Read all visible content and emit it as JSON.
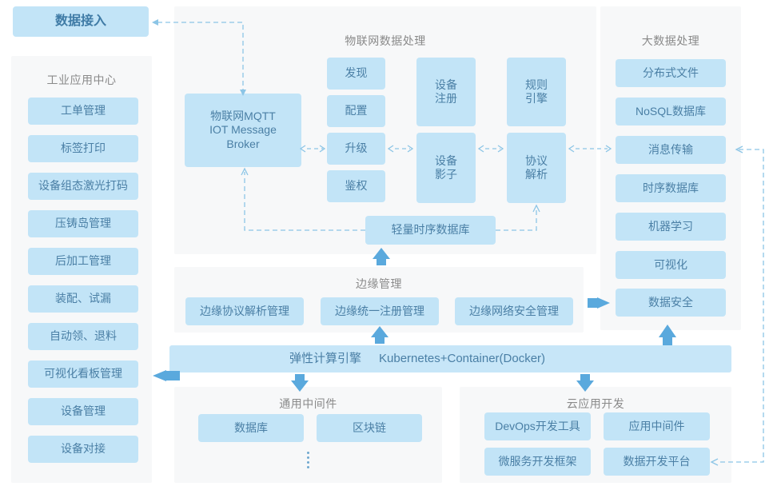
{
  "theme": {
    "box_fill": "#c2e4f7",
    "panel_fill": "#f7f8f9",
    "text_blue": "#4a7fa5",
    "title_gray": "#8a8a8a",
    "arrow_blue": "#5aa9dd",
    "dash_blue": "#8cc5e6"
  },
  "data_access": {
    "label": "数据接入"
  },
  "industrial_app_center": {
    "title": "工业应用中心",
    "items": [
      "工单管理",
      "标签打印",
      "设备组态激光打码",
      "压铸岛管理",
      "后加工管理",
      "装配、试漏",
      "自动领、退料",
      "可视化看板管理",
      "设备管理",
      "设备对接"
    ]
  },
  "iot_data_processing": {
    "title": "物联网数据处理",
    "broker": "物联网MQTT\nIOT Message\nBroker",
    "broker_lines": [
      "物联网MQTT",
      "IOT Message",
      "Broker"
    ],
    "small_stack": [
      "发现",
      "配置",
      "升级",
      "鉴权"
    ],
    "device_register": "设备\n注册",
    "device_register_lines": [
      "设备",
      "注册"
    ],
    "device_shadow": "设备\n影子",
    "device_shadow_lines": [
      "设备",
      "影子"
    ],
    "rule_engine": "规则\n引擎",
    "rule_engine_lines": [
      "规则",
      "引擎"
    ],
    "protocol_parse": "协议\n解析",
    "protocol_parse_lines": [
      "协议",
      "解析"
    ],
    "lightweight_tsdb": "轻量时序数据库"
  },
  "big_data_processing": {
    "title": "大数据处理",
    "items": [
      "分布式文件",
      "NoSQL数据库",
      "消息传输",
      "时序数据库",
      "机器学习",
      "可视化",
      "数据安全"
    ]
  },
  "edge_management": {
    "title": "边缘管理",
    "items": [
      "边缘协议解析管理",
      "边缘统一注册管理",
      "边缘网络安全管理"
    ]
  },
  "elastic_engine": {
    "label": "弹性计算引擎",
    "stack": "Kubernetes+Container(Docker)"
  },
  "common_middleware": {
    "title": "通用中间件",
    "items": [
      "数据库",
      "区块链"
    ],
    "more_indicator": "⋮"
  },
  "cloud_app_dev": {
    "title": "云应用开发",
    "items": [
      "DevOps开发工具",
      "应用中间件",
      "微服务开发框架",
      "数据开发平台"
    ]
  }
}
